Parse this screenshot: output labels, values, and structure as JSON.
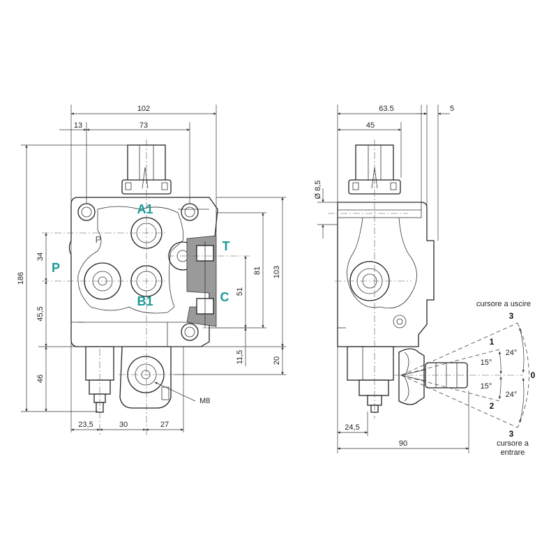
{
  "front_view": {
    "ports": {
      "a1": "A1",
      "b1": "B1",
      "p": "P",
      "t": "T",
      "c": "C"
    },
    "body_mark": "P",
    "thread_label": "M8",
    "dims": {
      "width_total": "102",
      "left_offset": "13",
      "hole_spacing": "73",
      "height_total": "186",
      "d_34": "34",
      "d_45_5": "45,5",
      "d_46": "46",
      "d_103": "103",
      "d_81": "81",
      "d_51": "51",
      "d_11_5": "11,5",
      "d_20": "20",
      "b_23_5": "23,5",
      "b_30": "30",
      "b_27": "27"
    }
  },
  "side_view": {
    "dims": {
      "d_63_5": "63.5",
      "d_5": "5",
      "d_45": "45",
      "d_hole": "Ø 8,5",
      "d_24_5": "24,5",
      "d_90": "90"
    },
    "angles": {
      "a_24_top": "24°",
      "a_15_top": "15°",
      "a_15_bottom": "15°",
      "a_24_bottom": "24°"
    },
    "positions": {
      "p3_top": "3",
      "p1": "1",
      "p0": "0",
      "p2": "2",
      "p3_bottom": "3"
    },
    "captions": {
      "out": "cursore a uscire",
      "in_line1": "cursore a",
      "in_line2": "entrare"
    }
  },
  "colors": {
    "port_label": "#1a9a98",
    "line": "#222222",
    "hatch": "#9a9a9a"
  }
}
